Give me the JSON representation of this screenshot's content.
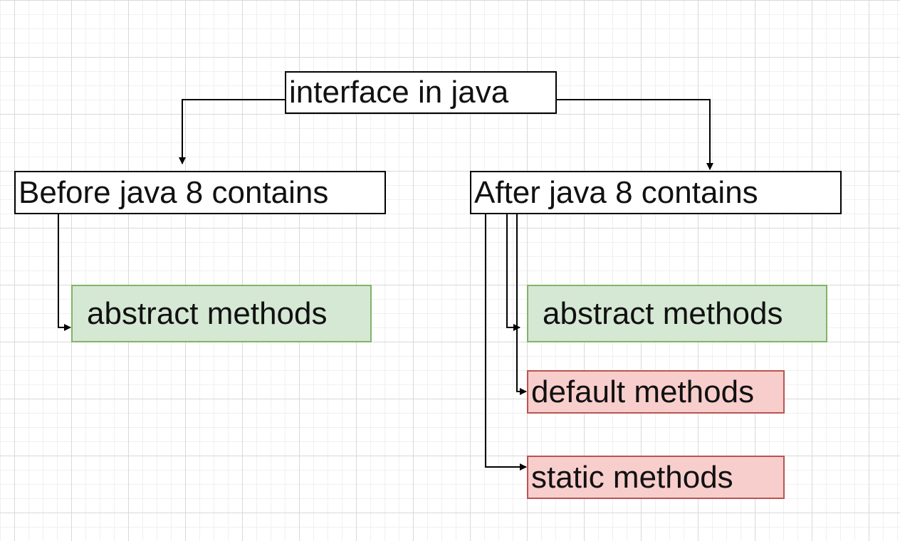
{
  "diagram": {
    "colors": {
      "plain_fill": "#ffffff",
      "plain_stroke": "#000000",
      "green_fill": "#d5e8d4",
      "green_stroke": "#82b366",
      "red_fill": "#f8cecc",
      "red_stroke": "#b85450",
      "connector": "#000000"
    },
    "nodes": {
      "root": "interface in java",
      "before": "Before java 8 contains",
      "after": "After java 8 contains",
      "before_abstract": "abstract methods",
      "after_abstract": "abstract methods",
      "after_default": "default methods",
      "after_static": "static methods"
    },
    "edges": [
      {
        "from": "root",
        "to": "before"
      },
      {
        "from": "root",
        "to": "after"
      },
      {
        "from": "before",
        "to": "before_abstract"
      },
      {
        "from": "after",
        "to": "after_abstract"
      },
      {
        "from": "after",
        "to": "after_default"
      },
      {
        "from": "after",
        "to": "after_static"
      }
    ]
  }
}
